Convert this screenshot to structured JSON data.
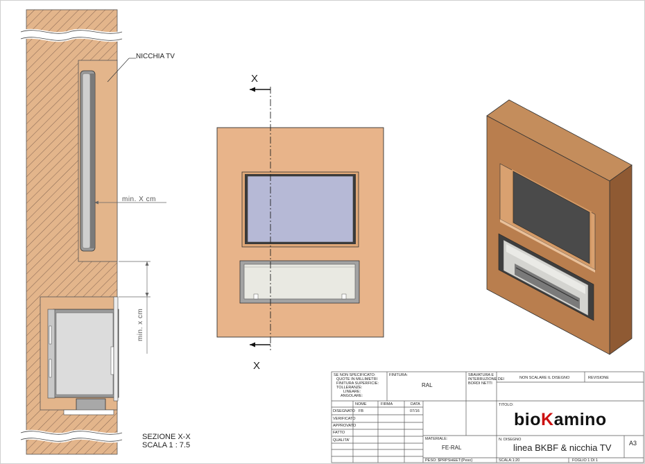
{
  "section_view": {
    "niche_label": "NICCHIA TV",
    "dim_upper": "min. X cm",
    "dim_lower": "min. x cm",
    "caption_line1": "SEZIONE X-X",
    "caption_line2": "SCALA 1 : 7.5"
  },
  "front_view": {
    "cut_label_top": "X",
    "cut_label_bottom": "X"
  },
  "title_block": {
    "tolerances": [
      "SE NON SPECIFICATO:",
      "QUOTE IN MILLIMETRI",
      "FINITURA SUPERFICIE:",
      "TOLLERANZE:",
      "LINEARE:",
      "ANGOLARE:"
    ],
    "finitura_header": "FINITURA:",
    "finitura_value": "RAL",
    "sbavatura": [
      "SBAVATURA E",
      "INTERRUZIONE DEI",
      "BORDI NETTI"
    ],
    "non_scalare": "NON SCALARE IL DISEGNO",
    "revisione": "REVISIONE",
    "col_nome": "NOME",
    "col_firma": "FIRMA",
    "col_data": "DATA",
    "rows": [
      "DISEGNATO",
      "VERIFICATO",
      "APPROVATO",
      "FATTO",
      "QUALITA'"
    ],
    "disegnato_nome": "FB",
    "disegnato_data": "07/16",
    "titolo_header": "TITOLO:",
    "logo_pre": "bio",
    "logo_k": "K",
    "logo_post": "amino",
    "materiale_header": "MATERIALE:",
    "materiale_value": "FE-RAL",
    "n_disegno_header": "N. DISEGNO",
    "n_disegno_value": "linea BKBF & nicchia TV",
    "sheet_size": "A3",
    "peso": "PESO: $PRPSHEET:{Peso}",
    "scala": "SCALA:1:20",
    "foglio": "FOGLIO 1 DI 1"
  },
  "colors": {
    "wall": "#e3b58b",
    "hatch": "#8a6a55",
    "panel": "#e8b48a",
    "tv_screen": "#b6b9d6",
    "steel": "#bdbdbd",
    "iso_front": "#b97e4e",
    "iso_side": "#8f5a33",
    "iso_top": "#c48d5c",
    "logo_red": "#cc1111"
  }
}
